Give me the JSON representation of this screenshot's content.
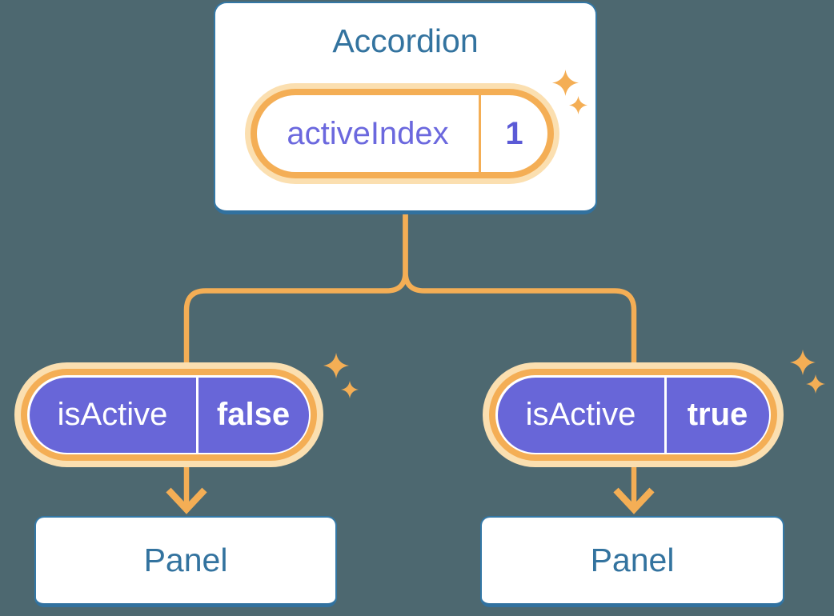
{
  "colors": {
    "bg": "#4D6870",
    "accent": "#F4AE55",
    "glow": "#FBDFB0",
    "purple": "#6866D8",
    "purpleText": "#6B68DE",
    "purpleBold": "#5B5AD6",
    "blueBorder": "#3478A6",
    "blueBorderDark": "#31719F",
    "blueText": "#33739F"
  },
  "root_component": {
    "title": "Accordion",
    "state": {
      "name": "activeIndex",
      "value": "1"
    }
  },
  "children": [
    {
      "prop": {
        "name": "isActive",
        "value": "false"
      },
      "panel": {
        "title": "Panel"
      }
    },
    {
      "prop": {
        "name": "isActive",
        "value": "true"
      },
      "panel": {
        "title": "Panel"
      }
    }
  ],
  "icons": {
    "sparkle": "✦"
  }
}
